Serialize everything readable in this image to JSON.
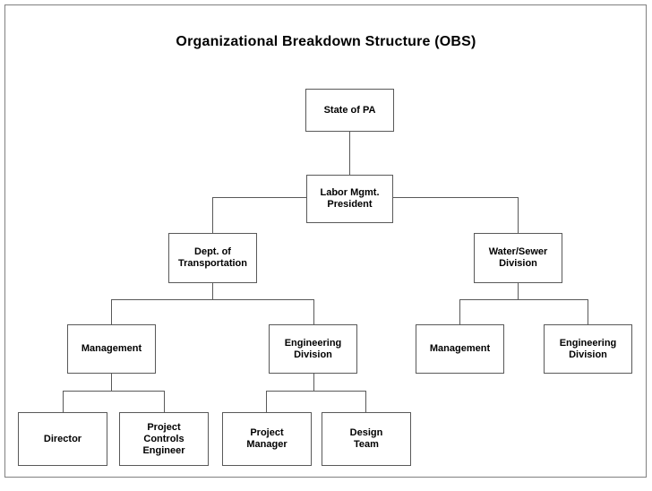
{
  "chart_data": {
    "type": "diagram",
    "diagram_kind": "organization-chart",
    "title": "Organizational Breakdown Structure (OBS)",
    "orientation": "top-down",
    "levels": 5,
    "node_count": 11,
    "nodes": [
      {
        "id": "state-of-pa",
        "label": "State of PA",
        "level": 0,
        "parent": null
      },
      {
        "id": "labor-mgmt-president",
        "label": "Labor Mgmt.\nPresident",
        "level": 1,
        "parent": "state-of-pa"
      },
      {
        "id": "dept-of-transportation",
        "label": "Dept. of\nTransportation",
        "level": 2,
        "parent": "labor-mgmt-president"
      },
      {
        "id": "water-sewer-division",
        "label": "Water/Sewer\nDivision",
        "level": 2,
        "parent": "labor-mgmt-president"
      },
      {
        "id": "dot-management",
        "label": "Management",
        "level": 3,
        "parent": "dept-of-transportation"
      },
      {
        "id": "dot-engineering",
        "label": "Engineering\nDivision",
        "level": 3,
        "parent": "dept-of-transportation"
      },
      {
        "id": "ws-management",
        "label": "Management",
        "level": 3,
        "parent": "water-sewer-division"
      },
      {
        "id": "ws-engineering",
        "label": "Engineering\nDivision",
        "level": 3,
        "parent": "water-sewer-division"
      },
      {
        "id": "director",
        "label": "Director",
        "level": 4,
        "parent": "dot-management"
      },
      {
        "id": "project-controls-engineer",
        "label": "Project\nControls\nEngineer",
        "level": 4,
        "parent": "dot-management"
      },
      {
        "id": "project-manager",
        "label": "Project\nManager",
        "level": 4,
        "parent": "dot-engineering"
      },
      {
        "id": "design-team",
        "label": "Design\nTeam",
        "level": 4,
        "parent": "dot-engineering"
      }
    ],
    "edges": [
      {
        "from": "state-of-pa",
        "to": "labor-mgmt-president"
      },
      {
        "from": "labor-mgmt-president",
        "to": "dept-of-transportation"
      },
      {
        "from": "labor-mgmt-president",
        "to": "water-sewer-division"
      },
      {
        "from": "dept-of-transportation",
        "to": "dot-management"
      },
      {
        "from": "dept-of-transportation",
        "to": "dot-engineering"
      },
      {
        "from": "water-sewer-division",
        "to": "ws-management"
      },
      {
        "from": "water-sewer-division",
        "to": "ws-engineering"
      },
      {
        "from": "dot-management",
        "to": "director"
      },
      {
        "from": "dot-management",
        "to": "project-controls-engineer"
      },
      {
        "from": "dot-engineering",
        "to": "project-manager"
      },
      {
        "from": "dot-engineering",
        "to": "design-team"
      }
    ]
  },
  "nodes": {
    "state_of_pa": "State of PA",
    "labor_mgmt_president": "Labor Mgmt.\nPresident",
    "dept_of_transportation": "Dept. of\nTransportation",
    "water_sewer_division": "Water/Sewer\nDivision",
    "dot_management": "Management",
    "dot_engineering": "Engineering\nDivision",
    "ws_management": "Management",
    "ws_engineering": "Engineering\nDivision",
    "director": "Director",
    "project_controls_engineer": "Project\nControls\nEngineer",
    "project_manager": "Project\nManager",
    "design_team": "Design\nTeam"
  },
  "colors": {
    "page_background": "#ffffff",
    "frame_border": "#808080",
    "node_border": "#595959",
    "node_fill": "#ffffff",
    "connector": "#595959",
    "text": "#000000"
  }
}
